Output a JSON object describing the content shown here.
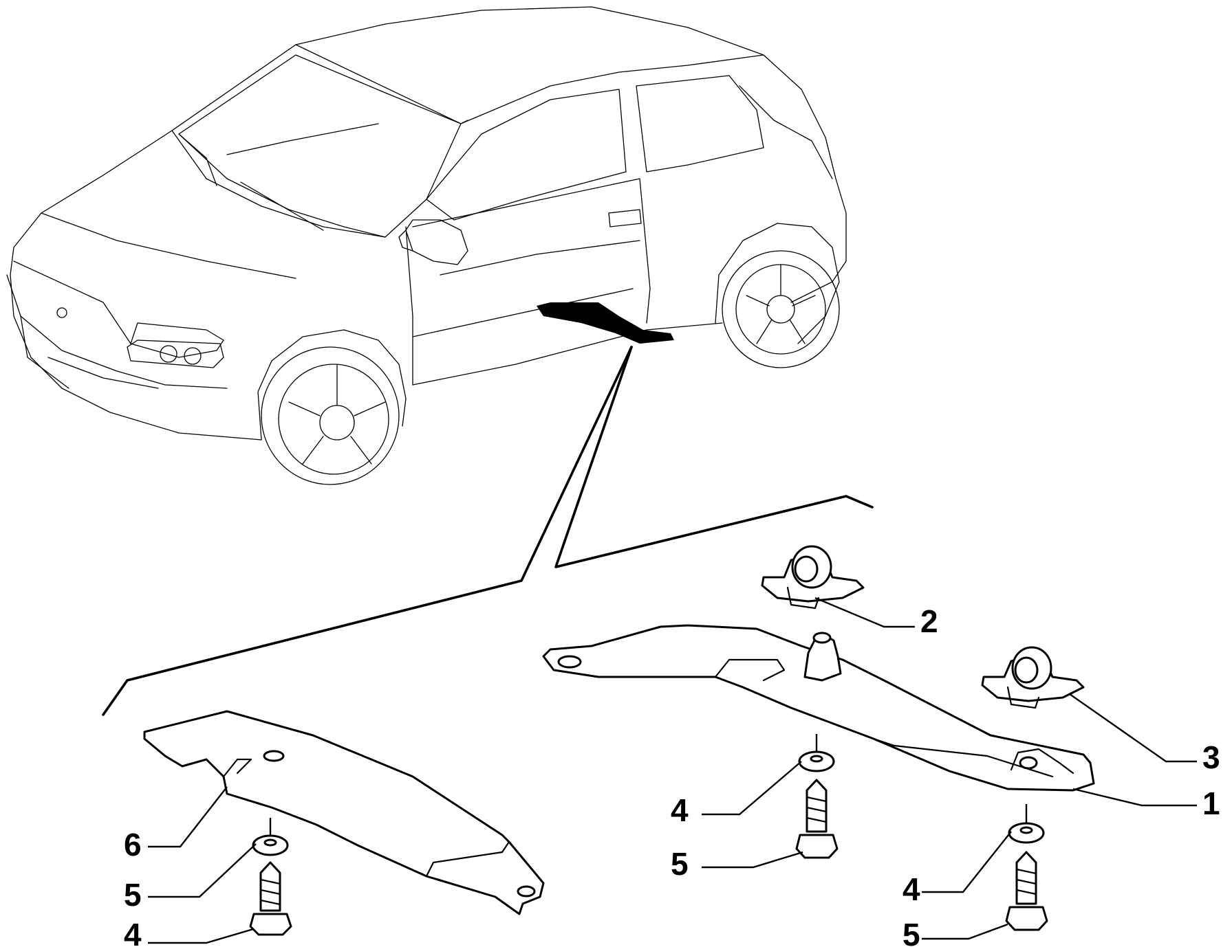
{
  "callouts": [
    {
      "id": "c2",
      "label": "2"
    },
    {
      "id": "c3",
      "label": "3"
    },
    {
      "id": "c1",
      "label": "1"
    },
    {
      "id": "c4a",
      "label": "4"
    },
    {
      "id": "c5a",
      "label": "5"
    },
    {
      "id": "c4b",
      "label": "4"
    },
    {
      "id": "c5b",
      "label": "5"
    },
    {
      "id": "c6",
      "label": "6"
    },
    {
      "id": "c5c",
      "label": "5"
    },
    {
      "id": "c4c",
      "label": "4"
    }
  ]
}
